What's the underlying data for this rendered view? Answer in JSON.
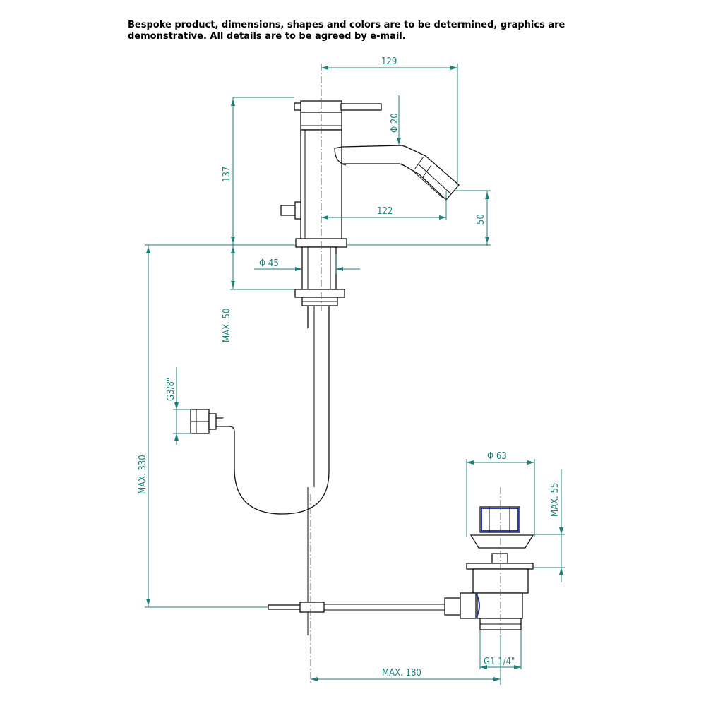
{
  "note": {
    "line1": "Bespoke product, dimensions, shapes and colors are to be determined, graphics are",
    "line2": "demonstrative. All details are to be agreed by e-mail."
  },
  "dimensions": {
    "width_129": "129",
    "dia_20": "Φ 20",
    "height_137": "137",
    "reach_122": "122",
    "height_50": "50",
    "dia_45": "Φ 45",
    "max_50": "MAX. 50",
    "thread_g38": "G3/8\"",
    "max_330": "MAX. 330",
    "dia_63": "Φ 63",
    "max_55": "MAX. 55",
    "thread_g114": "G1 1/4\"",
    "max_180": "MAX. 180"
  },
  "colors": {
    "dimension": "#1f7f79",
    "outline": "#111111",
    "accent": "#2a3b9b"
  }
}
